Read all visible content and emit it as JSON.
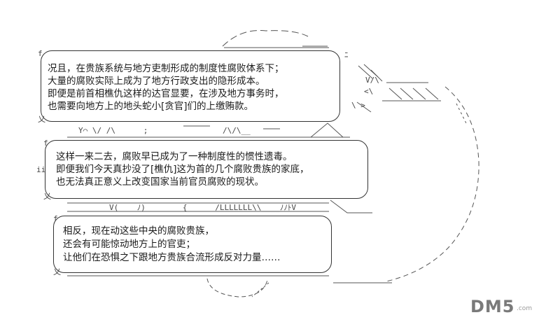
{
  "bubbles": [
    {
      "lines": [
        "况且，在贵族系统与地方吏制形成的制度性腐败体系下；",
        "大量的腐败实际上成为了地方行政支出的隐形成本。",
        "即便是前首相樵仇这样的达官显要，在涉及地方事务时，",
        "也需要向地方上的地头蛇小[贪官]们的上缴贿款。"
      ]
    },
    {
      "lines": [
        "这样一来二去，腐败早已成为了一种制度性的惯性遗毒。",
        "即便我们今天真抄没了[樵仇]这为首的几个腐败贵族的家底，",
        "也无法真正意义上改变国家当前官员腐败的现状。"
      ]
    },
    {
      "lines": [
        "相反，现在动这些中央的腐败贵族，",
        "还会有可能惊动地方上的官吏；",
        "让他们在恐惧之下跟地方贵族合流形成反对力量……"
      ]
    }
  ],
  "ascii": {
    "f1": "f",
    "f2": "f",
    "f3": "f",
    "tail1": "乂",
    "tail2": "乂",
    "tail3": "乂",
    "ii": "ii",
    "e1": "ﾆ",
    "v1": "V/\\",
    "lt": "<\\",
    "gt": "\\ >",
    "row1": "Y⌒ \\/ /\\      ;",
    "row1b": "/\\/\\__",
    "row2": "V(    ﾉ)        {      /LLLLLLL\\\\____ﾉﾉﾄV"
  },
  "logo": {
    "text": "DM5",
    "sub": ".com"
  }
}
